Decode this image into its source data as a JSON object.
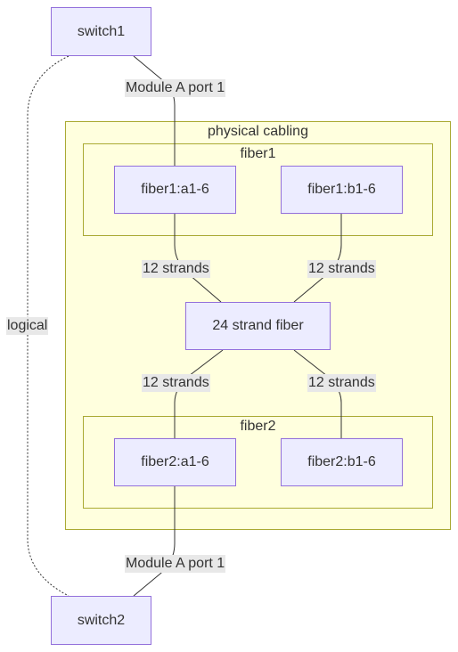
{
  "clusters": {
    "physical_cabling": "physical cabling",
    "fiber1": "fiber1",
    "fiber2": "fiber2"
  },
  "nodes": {
    "switch1": "switch1",
    "switch2": "switch2",
    "fiber1_a": "fiber1:a1-6",
    "fiber1_b": "fiber1:b1-6",
    "strand24": "24 strand fiber",
    "fiber2_a": "fiber2:a1-6",
    "fiber2_b": "fiber2:b1-6"
  },
  "edge_labels": {
    "top_port": "Module A port 1",
    "bottom_port": "Module A port 1",
    "logical": "logical",
    "f1a_strands": "12 strands",
    "f1b_strands": "12 strands",
    "f2a_strands": "12 strands",
    "f2b_strands": "12 strands"
  },
  "colors": {
    "node_fill": "#ececff",
    "node_stroke": "#9370db",
    "cluster_fill": "#ffffde",
    "cluster_stroke": "#aaaa33",
    "edge": "#333333",
    "label_bg": "#e8e8e8"
  }
}
